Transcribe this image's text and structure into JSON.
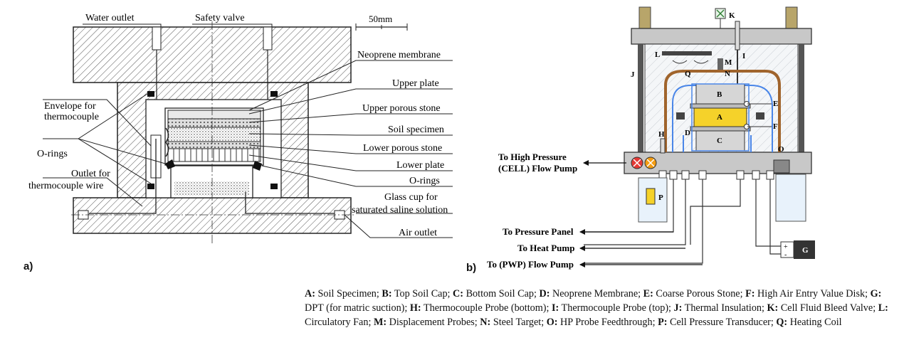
{
  "panel_a": {
    "label": "a)",
    "scale_bar": "50mm",
    "callouts": {
      "water_outlet": "Water outlet",
      "safety_valve": "Safety valve",
      "neoprene_membrane": "Neoprene membrane",
      "upper_plate": "Upper plate",
      "upper_porous_stone": "Upper porous stone",
      "soil_specimen": "Soil specimen",
      "lower_porous_stone": "Lower porous stone",
      "lower_plate": "Lower plate",
      "o_rings_right": "O-rings",
      "glass_cup_line1": "Glass cup for",
      "glass_cup_line2": "saturated saline solution",
      "air_outlet": "Air outlet",
      "envelope_line1": "Envelope for",
      "envelope_line2": "thermocouple",
      "o_rings_left": "O-rings",
      "outlet_line1": "Outlet for",
      "outlet_line2": "thermocouple wire"
    }
  },
  "panel_b": {
    "label": "b)",
    "letters": {
      "A": "A",
      "B": "B",
      "C": "C",
      "D": "D",
      "E": "E",
      "F": "F",
      "G": "G",
      "H": "H",
      "I": "I",
      "J": "J",
      "K": "K",
      "L": "L",
      "M": "M",
      "N": "N",
      "O": "O",
      "P": "P",
      "Q": "Q"
    },
    "arrows": {
      "high_pressure_line1": "To High Pressure",
      "high_pressure_line2": "(CELL) Flow Pump",
      "pressure_panel": "To Pressure Panel",
      "heat_pump": "To Heat Pump",
      "pwp_pump": "To (PWP) Flow Pump"
    },
    "dpt_signs": {
      "plus": "+",
      "minus": "-"
    }
  },
  "legend": [
    {
      "key": "A:",
      "text": " Soil Specimen; "
    },
    {
      "key": "B:",
      "text": " Top Soil Cap; "
    },
    {
      "key": "C:",
      "text": " Bottom Soil Cap; "
    },
    {
      "key": "D:",
      "text": " Neoprene Membrane; "
    },
    {
      "key": "E:",
      "text": " Coarse Porous Stone; "
    },
    {
      "key": "F:",
      "text": " High Air Entry Value Disk; "
    },
    {
      "key": "G:",
      "text": " DPT (for matric suction); "
    },
    {
      "key": "H:",
      "text": " Thermocouple Probe (bottom); "
    },
    {
      "key": "I:",
      "text": " Thermocouple Probe (top); "
    },
    {
      "key": "J:",
      "text": " Thermal Insulation; "
    },
    {
      "key": "K:",
      "text": " Cell Fluid Bleed Valve; "
    },
    {
      "key": "L:",
      "text": " Circulatory Fan; "
    },
    {
      "key": "M:",
      "text": " Displacement Probes; "
    },
    {
      "key": "N:",
      "text": " Steel Target; "
    },
    {
      "key": "O:",
      "text": " HP Probe Feedthrough; "
    },
    {
      "key": "P:",
      "text": " Cell Pressure Transducer; "
    },
    {
      "key": "Q:",
      "text": " Heating Coil"
    }
  ],
  "colors": {
    "line": "#222222",
    "hatch": "#555555",
    "tube_brown": "#a0642c",
    "tube_blue": "#4a86e8",
    "cell_fill": "#eef3f8",
    "plate_fill": "#c8c8c8",
    "specimen_fill": "#f2c84b",
    "valve_red": "#e53935",
    "valve_orange": "#f39c12",
    "transducer_yellow": "#f5d22a",
    "dpt_dark": "#333333"
  },
  "icons": [
    "valve-icon",
    "fan-icon",
    "fitting-icon",
    "arrow-icon"
  ]
}
